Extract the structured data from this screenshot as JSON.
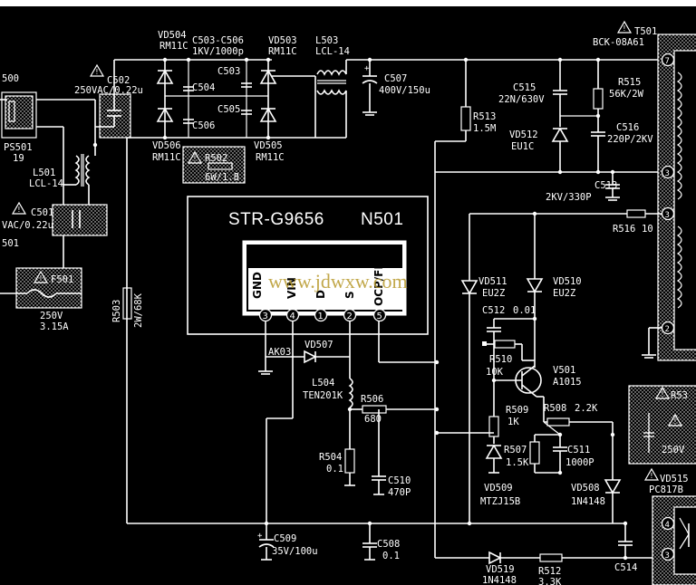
{
  "ic": {
    "part": "STR-G9656",
    "ref": "N501",
    "pins": [
      {
        "num": "3",
        "label": "GND"
      },
      {
        "num": "4",
        "label": "VIN"
      },
      {
        "num": "1",
        "label": "D"
      },
      {
        "num": "2",
        "label": "S"
      },
      {
        "num": "5",
        "label": "OCP/FB"
      }
    ]
  },
  "watermark": "www.jdwxw.com",
  "labels": {
    "c500": "500",
    "ps501": "PS501",
    "ps501_val": "19",
    "l501": "L501",
    "l501_val": "LCL-14",
    "c501": "C501",
    "c501_val": "VAC/0.22u",
    "c501_tail": "501",
    "f501": "F501",
    "f501_val1": "250V",
    "f501_val2": "3.15A",
    "c502": "C502",
    "c502_val": "250VAC/0.22u",
    "vd504": "VD504",
    "vd504_val": "RM11C",
    "c503_506": "C503-C506",
    "c503_506_val": "1KV/1000p",
    "vd503": "VD503",
    "vd503_val": "RM11C",
    "c503": "C503",
    "c504": "C504",
    "c505": "C505",
    "c506": "C506",
    "vd506": "VD506",
    "vd506_val": "RM11C",
    "vd505": "VD505",
    "vd505_val": "RM11C",
    "r502": "R502",
    "r502_val": "6W/1.8",
    "l503": "L503",
    "l503_val": "LCL-14",
    "c507": "C507",
    "c507_val": "400V/150u",
    "r513": "R513",
    "r513_val": "1.5M",
    "c515": "C515",
    "c515_val": "22N/630V",
    "vd512": "VD512",
    "vd512_val": "EU1C",
    "r515": "R515",
    "r515_val": "56K/2W",
    "c516": "C516",
    "c516_val": "220P/2KV",
    "c513": "C513",
    "c513_val": "2KV/330P",
    "t501": "T501",
    "t501_val": "BCK-08A61",
    "r516": "R516",
    "r516_val": "10",
    "r503": "R503",
    "r503_val": "2W/68K",
    "vd511": "VD511",
    "vd511_val": "EU2Z",
    "vd510": "VD510",
    "vd510_val": "EU2Z",
    "c512": "C512",
    "c512_val": "0.01",
    "r510": "R510",
    "r510_val": "10K",
    "v501": "V501",
    "v501_val": "A1015",
    "r509": "R509",
    "r509_val": "1K",
    "r508": "R508",
    "r508_val": "2.2K",
    "r507": "R507",
    "r507_val": "1.5K",
    "c511": "C511",
    "c511_val": "1000P",
    "vd509": "VD509",
    "vd509_val": "MTZJ15B",
    "vd508": "VD508",
    "vd508_val": "1N4148",
    "vd507": "VD507",
    "ak03": "AK03",
    "l504": "L504",
    "l504_val": "TEN201K",
    "r506": "R506",
    "r506_val": "680",
    "r504": "R504",
    "r504_val": "0.1",
    "c510": "C510",
    "c510_val": "470P",
    "c509": "C509",
    "c509_val": "35V/100u",
    "c508": "C508",
    "c508_val": "0.1",
    "vd519": "VD519",
    "vd519_val": "1N4148",
    "r512": "R512",
    "r512_val": "3.3K",
    "c514": "C514",
    "vd515": "VD515",
    "vd515_val": "PC817B",
    "r53x": "R53",
    "c5xx_val": "250V",
    "t_pin7": "7",
    "t_pin3a": "3",
    "t_pin3b": "3",
    "t_pin2": "2",
    "oc_pin4": "4",
    "oc_pin3": "3"
  }
}
